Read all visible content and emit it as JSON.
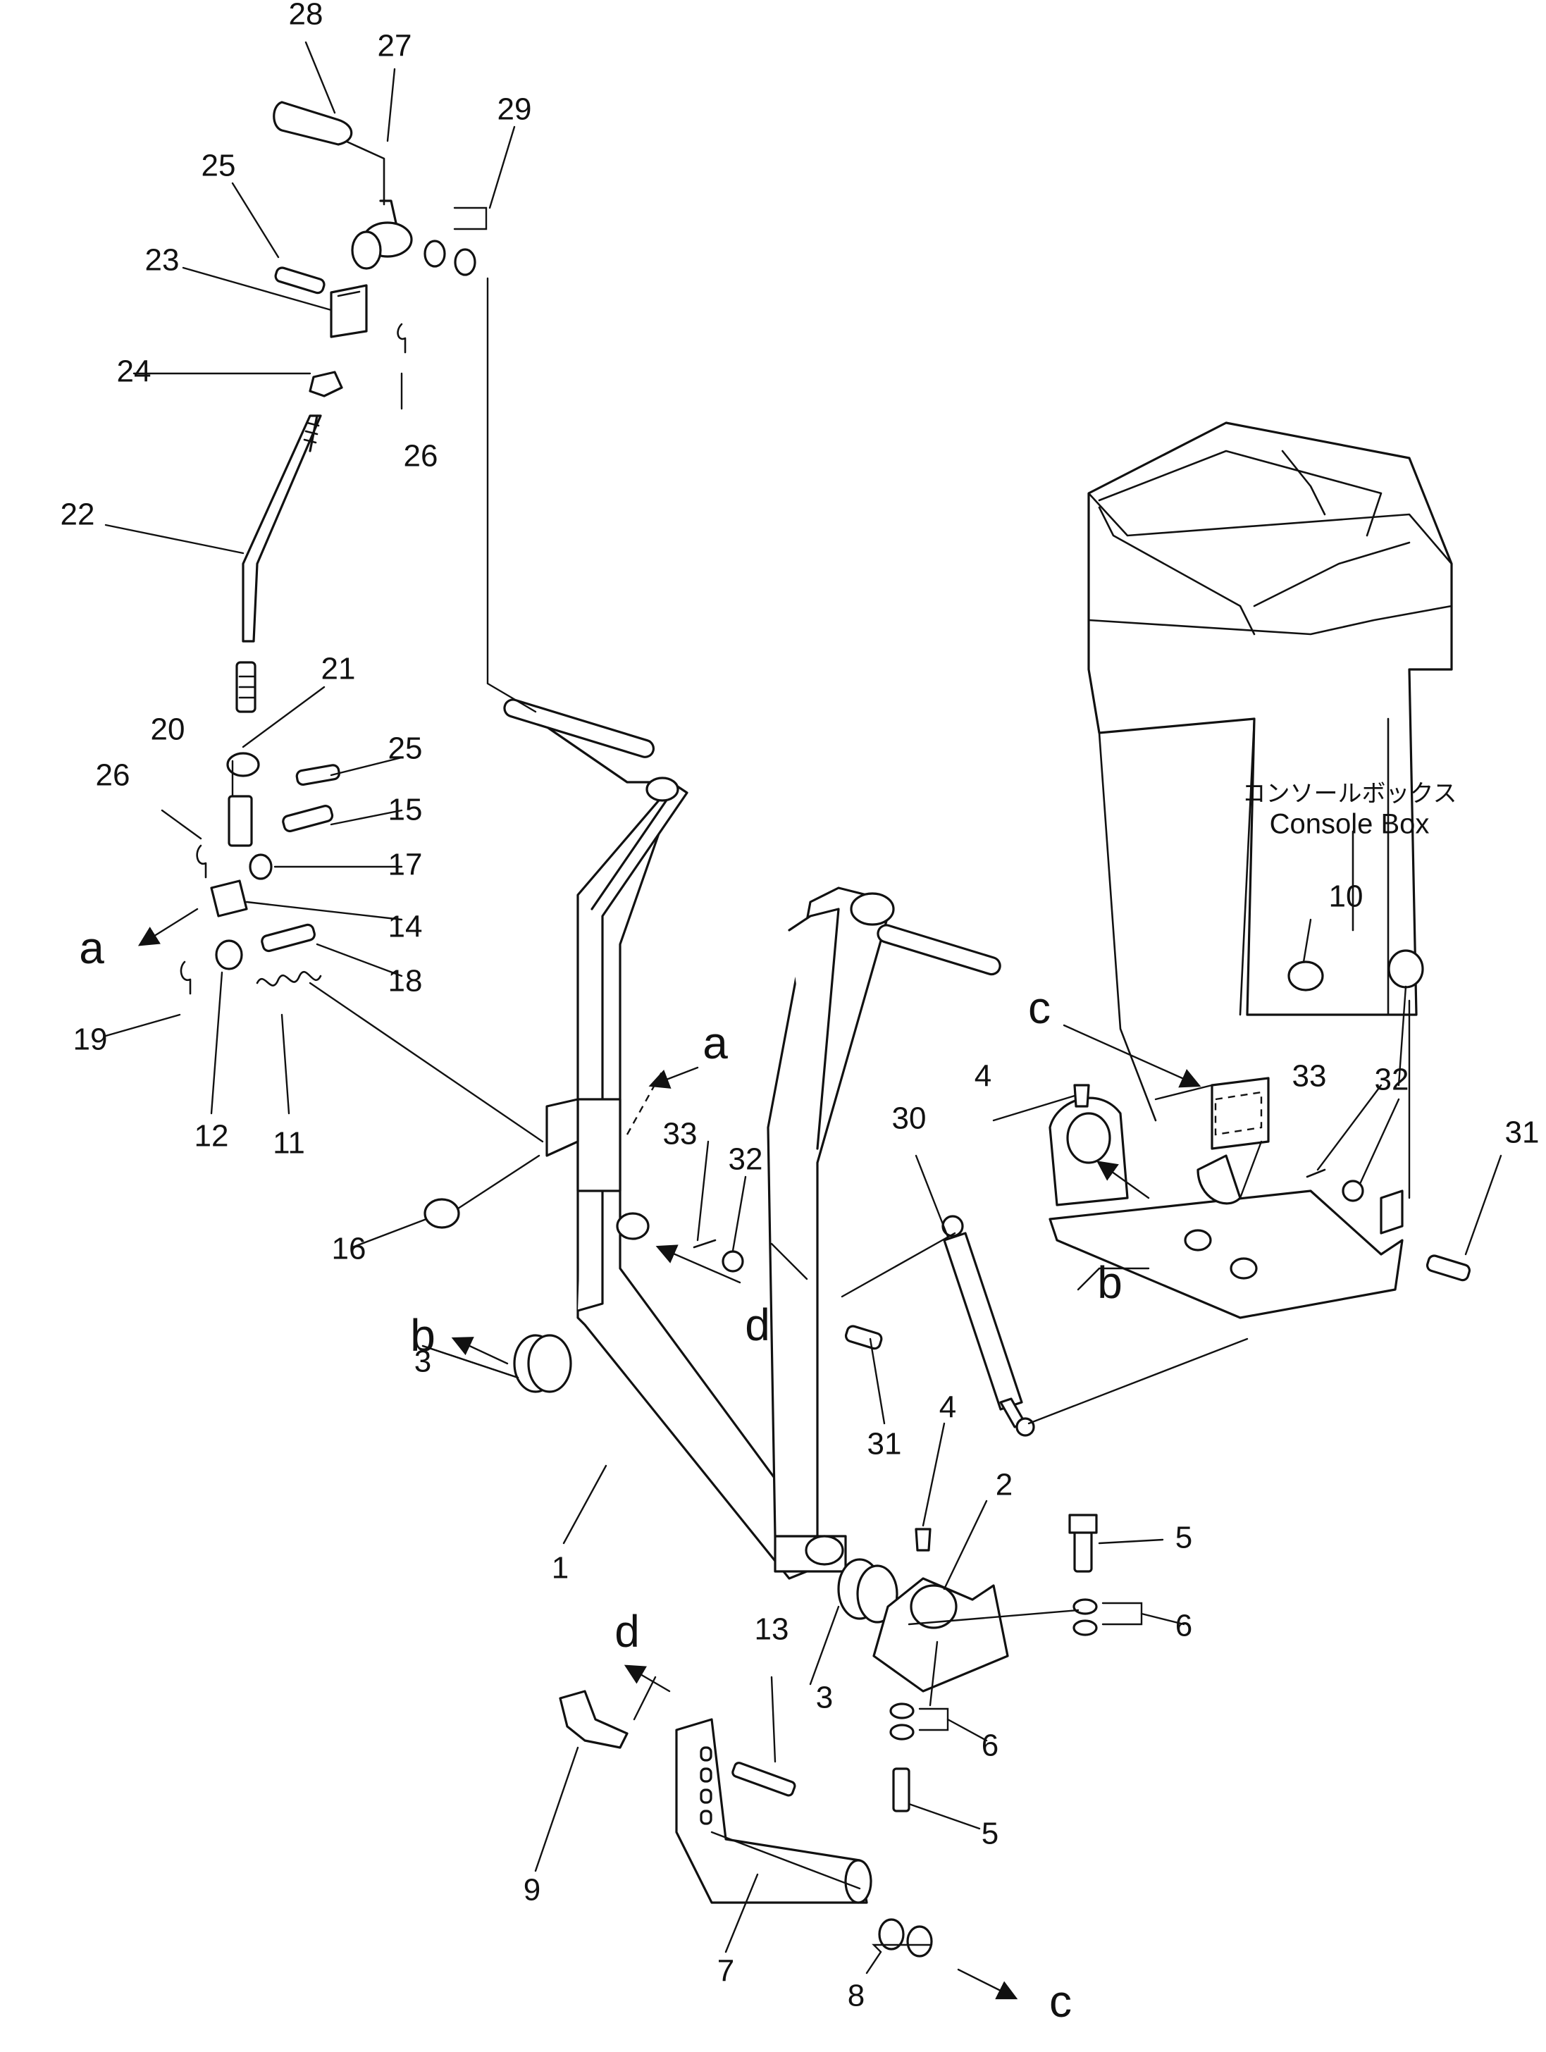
{
  "console_box": {
    "label_jp": "コンソールボックス",
    "label_en": "Console Box"
  },
  "callouts": {
    "n1": "1",
    "n2": "2",
    "n3a": "3",
    "n3b": "3",
    "n4a": "4",
    "n4b": "4",
    "n5a": "5",
    "n5b": "5",
    "n6a": "6",
    "n6b": "6",
    "n7": "7",
    "n8": "8",
    "n9": "9",
    "n10": "10",
    "n11": "11",
    "n12": "12",
    "n13": "13",
    "n14": "14",
    "n15": "15",
    "n16": "16",
    "n17": "17",
    "n18": "18",
    "n19": "19",
    "n20": "20",
    "n21": "21",
    "n22": "22",
    "n23": "23",
    "n24": "24",
    "n25a": "25",
    "n25b": "25",
    "n26a": "26",
    "n26b": "26",
    "n27": "27",
    "n28": "28",
    "n29": "29",
    "n30": "30",
    "n31a": "31",
    "n31b": "31",
    "n32a": "32",
    "n32b": "32",
    "n33a": "33",
    "n33b": "33"
  },
  "connection_letters": {
    "a_left": "a",
    "a_right": "a",
    "b_left": "b",
    "b_right": "b",
    "c_top": "c",
    "c_bottom": "c",
    "d_top": "d",
    "d_bottom": "d"
  }
}
